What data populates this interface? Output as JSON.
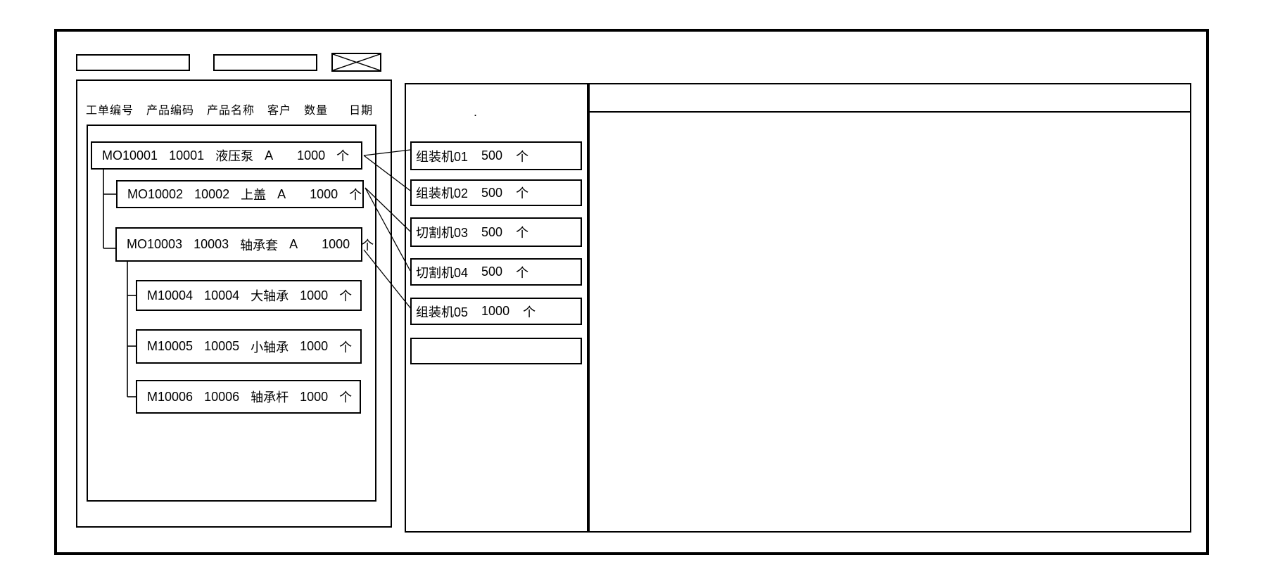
{
  "colors": {
    "line": "#000000",
    "background": "#ffffff"
  },
  "toolbar": {
    "field1": "",
    "field2": ""
  },
  "left_panel": {
    "columns": [
      "工单编号",
      "产品编码",
      "产品名称",
      "客户",
      "数量",
      "日期"
    ],
    "orders": [
      {
        "order_no": "MO10001",
        "product_code": "10001",
        "product_name": "液压泵",
        "customer": "A",
        "qty": "1000",
        "unit": "个"
      },
      {
        "order_no": "MO10002",
        "product_code": "10002",
        "product_name": "上盖",
        "customer": "A",
        "qty": "1000",
        "unit": "个"
      },
      {
        "order_no": "MO10003",
        "product_code": "10003",
        "product_name": "轴承套",
        "customer": "A",
        "qty": "1000",
        "unit": "个"
      },
      {
        "order_no": "M10004",
        "product_code": "10004",
        "product_name": "大轴承",
        "customer": "",
        "qty": "1000",
        "unit": "个"
      },
      {
        "order_no": "M10005",
        "product_code": "10005",
        "product_name": "小轴承",
        "customer": "",
        "qty": "1000",
        "unit": "个"
      },
      {
        "order_no": "M10006",
        "product_code": "10006",
        "product_name": "轴承杆",
        "customer": "",
        "qty": "1000",
        "unit": "个"
      }
    ]
  },
  "middle_panel": {
    "dot": ".",
    "machines": [
      {
        "name": "组装机01",
        "qty": "500",
        "unit": "个"
      },
      {
        "name": "组装机02",
        "qty": "500",
        "unit": "个"
      },
      {
        "name": "切割机03",
        "qty": "500",
        "unit": "个"
      },
      {
        "name": "切割机04",
        "qty": "500",
        "unit": "个"
      },
      {
        "name": "组装机05",
        "qty": "1000",
        "unit": "个"
      },
      {
        "name": "",
        "qty": "",
        "unit": ""
      }
    ]
  },
  "right_panel": {}
}
